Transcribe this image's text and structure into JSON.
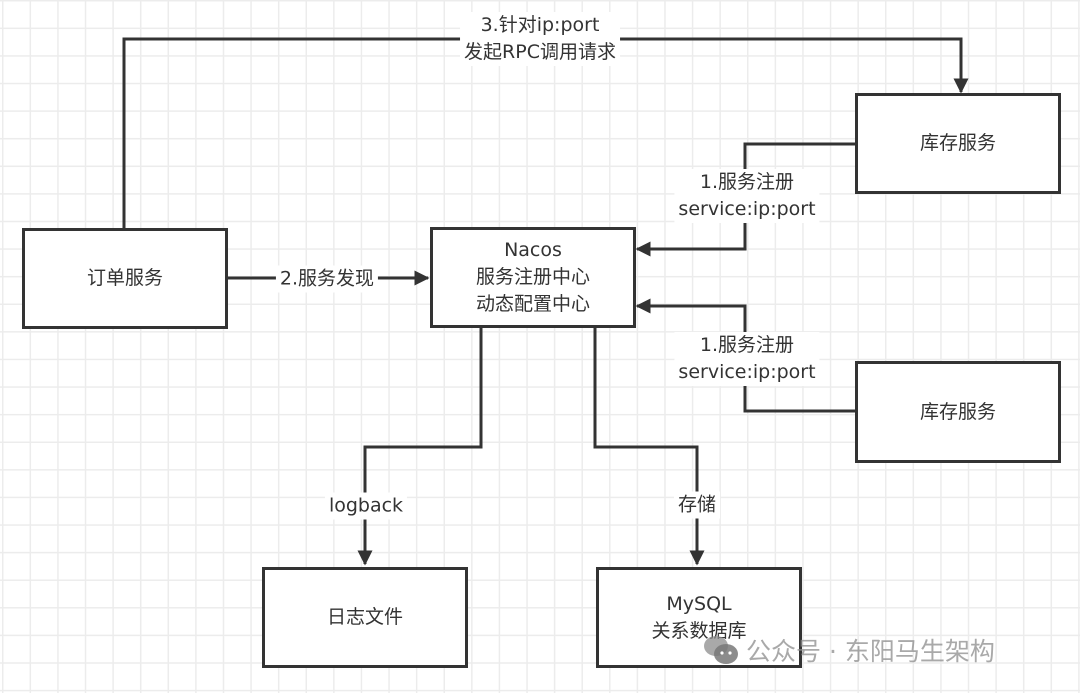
{
  "colors": {
    "line": "#333333",
    "grid": "#ececec",
    "watermark": "#8c8c8c"
  },
  "nodes": {
    "order_service": {
      "lines": [
        "订单服务"
      ]
    },
    "nacos": {
      "lines": [
        "Nacos",
        "服务注册中心",
        "动态配置中心"
      ]
    },
    "inventory_service_top": {
      "lines": [
        "库存服务"
      ]
    },
    "inventory_service_bottom": {
      "lines": [
        "库存服务"
      ]
    },
    "log_file": {
      "lines": [
        "日志文件"
      ]
    },
    "mysql": {
      "lines": [
        "MySQL",
        "关系数据库"
      ]
    }
  },
  "edges": {
    "rpc_call": {
      "lines": [
        "3.针对ip:port",
        "发起RPC调用请求"
      ]
    },
    "service_discovery": {
      "lines": [
        "2.服务发现"
      ]
    },
    "register_top": {
      "lines": [
        "1.服务注册",
        "service:ip:port"
      ]
    },
    "register_bottom": {
      "lines": [
        "1.服务注册",
        "service:ip:port"
      ]
    },
    "logback": {
      "lines": [
        "logback"
      ]
    },
    "storage": {
      "lines": [
        "存储"
      ]
    }
  },
  "watermark": {
    "icon": "wechat-icon",
    "text": "公众号 · 东阳马生架构"
  }
}
